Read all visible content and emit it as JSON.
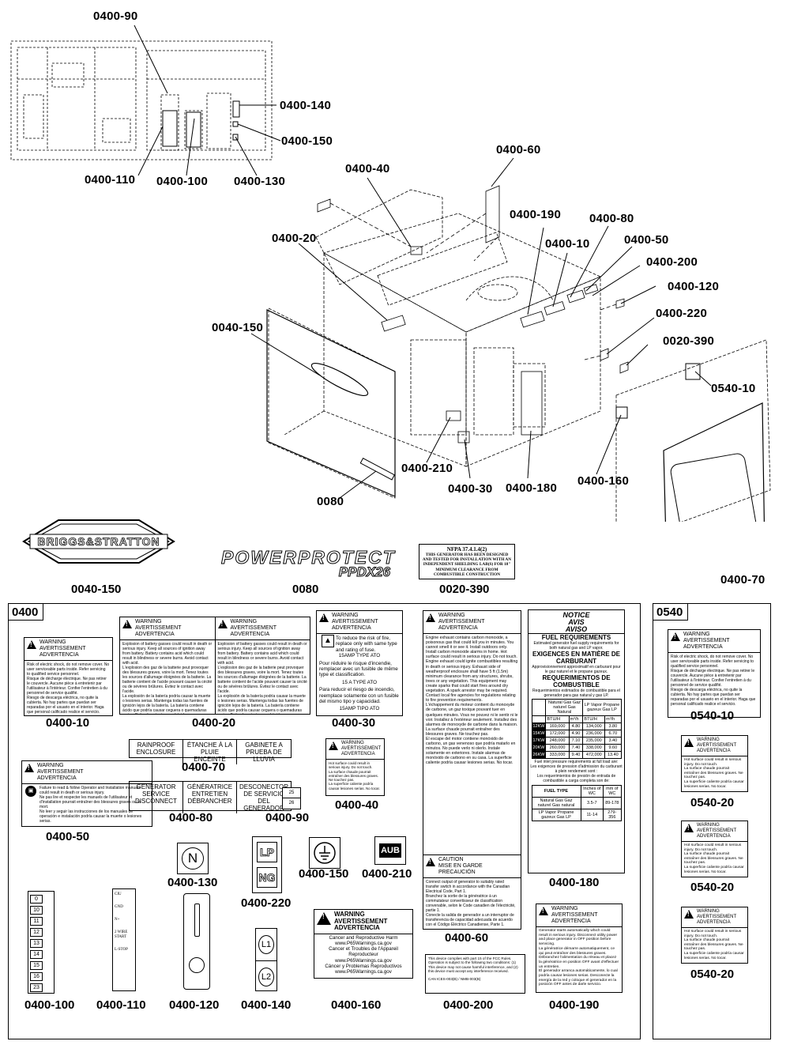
{
  "callouts": {
    "c0400_90": "0400-90",
    "c0400_140": "0400-140",
    "c0400_150": "0400-150",
    "c0400_110": "0400-110",
    "c0400_100": "0400-100",
    "c0400_130": "0400-130",
    "c0400_60": "0400-60",
    "c0400_40": "0400-40",
    "c0400_190": "0400-190",
    "c0400_80": "0400-80",
    "c0400_10": "0400-10",
    "c0400_50": "0400-50",
    "c0400_20": "0400-20",
    "c0400_200": "0400-200",
    "c0400_120": "0400-120",
    "c0400_220": "0400-220",
    "c0040_150": "0040-150",
    "c0020_390": "0020-390",
    "c0540_10": "0540-10",
    "c0400_210": "0400-210",
    "c0400_30": "0400-30",
    "c0400_180": "0400-180",
    "c0400_160": "0400-160",
    "c0080": "0080",
    "c0400_70": "0400-70"
  },
  "top_captions": {
    "briggs": "0040-150",
    "pp": "0080",
    "nfpa": "0020-390"
  },
  "logos": {
    "briggs": "BRIGGS&STRATTON",
    "powerprotect": "POWERPROTECT",
    "model": "PPDX26"
  },
  "nfpa": {
    "title": "NFPA 37.4.1.4(2)",
    "body": "THIS GENERATOR HAS BEEN DESIGNED AND TESTED FOR INSTALLATION WITH AN INDEPENDENT SHIELDING LAB(S) FOR 18\" MINIMUM CLEARANCE FROM COMBUSTIBLE CONSTRUCTION"
  },
  "panels": {
    "left_tag": "0400",
    "right_tag": "0540"
  },
  "warn": {
    "l1": "WARNING",
    "l2": "AVERTISSEMENT",
    "l3": "ADVERTENCIA"
  },
  "caution": {
    "l1": "CAUTION",
    "l2": "MISE EN GARDE",
    "l3": "PRECAUCIÓN"
  },
  "notice": {
    "l1": "NOTICE",
    "l2": "AVIS",
    "l3": "AVISO"
  },
  "fuel": {
    "h1": "FUEL REQUIREMENTS",
    "h2": "EXIGENCES EN MATIÈRE DE CARBURANT",
    "h3": "REQUERIMIENTOS DE COMBUSTIBLE",
    "col_ng": "Natural Gas Gaz naturel Gas Natural",
    "col_lp": "LP Vapor Propane gazeux Gas LP",
    "units": [
      "BTU/H",
      "m³/h",
      "BTU/H",
      "m³/h"
    ],
    "rows": [
      [
        "12KW",
        "169,000",
        "4.80",
        "134,000",
        "3.80"
      ],
      [
        "15KW",
        "172,000",
        "4.90",
        "236,000",
        "6.70"
      ],
      [
        "17KW",
        "248,000",
        "7.10",
        "235,000",
        "3.40"
      ],
      [
        "20KW",
        "260,000",
        "7.40",
        "338,000",
        "9.60"
      ],
      [
        "26KW",
        "333,000",
        "9.40",
        "472,000",
        "13.40"
      ]
    ],
    "t_fuel": "FUEL TYPE",
    "t_ng": "Natural Gas Gaz naturel Gas natural",
    "t_lp": "LP Vapor Propane gazeux Gas LP",
    "ng_wc": "3.5-7",
    "ng_mm": "89-178",
    "lp_wc": "11-14",
    "lp_mm": "279-356"
  },
  "labels": {
    "rainproof": "RAINPROOF ENCLOSURE",
    "etanche": "ÉTANCHE À LA PLUIE ENCEINTE",
    "gabinete": "GABINETE A PRUEBA DE LLUVIA",
    "gen_disc": "GENERATOR SERVICE DISCONNECT",
    "gen_fr": "GÉNÉRATRICE ENTRETIEN DÉBRANCHER",
    "gen_es": "DESCONECTOR DE SERVICIO DEL GENERADOR",
    "n": "N",
    "lp": "LP",
    "ng": "NG",
    "aub": "AUB",
    "l1": "L1",
    "l2": "L2",
    "n25": "25",
    "n26": "26",
    "fuse1": "To reduce the risk of fire, replace only with same type and rating of fuse.",
    "fuse2": "15AMP TYPE ATO",
    "fuse3": "Pour réduire le risque d'incendie, remplacer avec un fusible de même type et classification.",
    "fuse4": "15 A TYPE ATO",
    "fuse5": "Para reducir el riesgo de incendio, reemplace solamente con un fusible del mismo tipo y capacidad.",
    "fuse6": "15AMP TIPO ATO",
    "p65_1": "Cancer and Reproductive Harm",
    "p65_2": "www.P65Warnings.ca.gov",
    "p65_3": "Cancer et Troubles de l'Appareil Reproducteur",
    "p65_4": "www.P65Warnings.ca.gov",
    "p65_5": "Cáncer y Problemas Reproductivos",
    "p65_6": "www.P65Warnings.ca.gov",
    "hot": "Hot surface could result in serious injury. Do not touch.",
    "hot_fr": "La surface chaude pourrait entraîner des blessures graves. Ne touchez pas.",
    "hot_es": "La superficie caliente podría causar lesiones serias. No tocar.",
    "shock": "Risk of electric shock, do not remove cover. No user serviceable parts inside. Refer servicing to qualified service personnel.",
    "shock_fr": "Risque de décharge électrique. Ne pas retirer le couvercle. Aucune pièce à entretenir par l'utilisateur à l'intérieur. Confier l'entretien à du personnel de service qualifié.",
    "shock_es": "Riesgo de descarga eléctrica, no quite la cubierta. No hay partes que puedan ser reparadas por el usuario en el interior. Haga que personal calificado realice el servicio.",
    "batt": "Explosion of battery gasses could result in death or serious injury. Keep all sources of ignition away from battery. Battery contains acid which could result in blindness or severe burns. Avoid contact with acid.",
    "batt_fr": "L'explosion des gaz de la batterie peut provoquer des blessures graves, voire la mort. Tenez toutes les sources d'allumage éloignées de la batterie. La batterie contient de l'acide pouvant causer la cécité ou de sévères brûlures. Évitez le contact avec l'acide.",
    "batt_es": "La explosión de la batería podría causar la muerte o lesiones serias. Mantenga todas las fuentes de ignición lejos de la batería. La batería contiene ácido que podría causar ceguera o quemaduras serias. Evite el contacto con el ácido.",
    "manual": "Failure to read & follow Operator and Installation manuals could result in death or serious injury.",
    "manual_fr": "Ne pas lire et respecter les manuels de l'utilisateur et d'installation pourrait entraîner des blessures graves ou la mort.",
    "manual_es": "No leer y seguir las instrucciones de los manuales de operación e instalación podría causar la muerte o lesiones serias.",
    "exhaust": "Engine exhaust contains carbon monoxide, a poisonous gas that could kill you in minutes. You cannot smell it or see it. Install outdoors only. Install carbon monoxide alarms in home. Hot surface could result in serious injury. Do not touch. Engine exhaust could ignite combustibles resulting in death or serious injury. Exhaust side of weatherproof enclosure shall have 5 ft (1.5m) minimum clearance from any structures, shrubs, trees or any vegetation. This equipment may create sparks that could start fires around dry vegetation. A spark arrestor may be required. Contact local fire agencies for regulations relating to fire prevention requirements.",
    "exhaust_fr": "L'échappement du moteur contient du monoxyde de carbone, un gaz toxique pouvant tuer en quelques minutes. Vous ne pouvez ni le sentir ni le voir. Installez à l'extérieur seulement. Installez des alarmes de monoxyde de carbone dans la maison. La surface chaude pourrait entraîner des blessures graves. Ne touchez pas.",
    "exhaust_es": "El escape del motor contiene monóxido de carbono, un gas venenoso que podría matarlo en minutos. No puede verlo ni olerlo. Instale solamente en exteriores. Instale alarmas de monóxido de carbono en su casa. La superficie caliente podría causar lesiones serias. No tocar.",
    "caution_body": "Connect output of generator to suitably rated transfer switch in accordance with the Canadian Electrical Code, Part 1.",
    "caution_fr": "Branchez la sortie de la génératrice à un commutateur convertisseur de classification convenable, selon le Code canadien de l'électricité, partie 1.",
    "caution_es": "Conecte la salida de generador a un interruptor de transferencia de capacidad adecuada de acuerdo con el Código Eléctrico Canadiense, Parte 1.",
    "fcc": "This device complies with part 15 of the FCC Rules. Operation is subject to the following two conditions: (1) This device may not cause harmful interference, and (2) this device must accept any interference received.",
    "fcc2": "CAN ICES-003(B) / NMB-003(B)",
    "auto": "Generator starts automatically which could result in serious injury. Disconnect utility power and place generator in OFF position before servicing.",
    "auto_fr": "La génératrice démarre automatiquement, ce qui peut entraîner des blessures graves. Débranchez l'alimentation du réseau et placez la génératrice en position OFF avant d'effectuer un entretien.",
    "auto_es": "El generador arranca automáticamente, lo cual podría causar lesiones serias. Desconecte la energía de la red y coloque el generador en la posición OFF antes de darle servicio.",
    "fuel_fr": "Les exigences de pression d'admission du carburant à plein rendement sont :",
    "fuel_es": "Los requerimientos de presión de entrada de combustible a carga completa son de:",
    "fuel_en": "Fuel inlet pressure requirements at full load are:",
    "fuel_intro": "Estimated generator fuel supply requirements for both natural gas and LP vapor.",
    "fuel_intro_fr": "Approvisionnement approximatif en carburant pour le gaz naturel et le propane gazeux.",
    "fuel_intro_es": "Requerimientos estimados de combustible para el generador para gas natural y gas LP.",
    "wire_nums": [
      "0",
      "10",
      "11",
      "12",
      "13",
      "14",
      "15",
      "16",
      "23"
    ],
    "wire_txt": [
      "CIU",
      "GND",
      "N+",
      "2 WIRE START",
      "L-STOP"
    ]
  },
  "captions": {
    "k0400_10": "0400-10",
    "k0400_20": "0400-20",
    "k0400_30": "0400-30",
    "k0400_60": "0400-60",
    "k0400_180": "0400-180",
    "k0540_10": "0540-10",
    "k0540_20a": "0540-20",
    "k0540_20b": "0540-20",
    "k0540_20c": "0540-20",
    "k0400_50": "0400-50",
    "k0400_70": "0400-70",
    "k0400_80": "0400-80",
    "k0400_90": "0400-90",
    "k0400_40": "0400-40",
    "k0400_130": "0400-130",
    "k0400_220": "0400-220",
    "k0400_150": "0400-150",
    "k0400_210": "0400-210",
    "k0400_100": "0400-100",
    "k0400_110": "0400-110",
    "k0400_120": "0400-120",
    "k0400_140": "0400-140",
    "k0400_160": "0400-160",
    "k0400_200": "0400-200",
    "k0400_190": "0400-190"
  }
}
